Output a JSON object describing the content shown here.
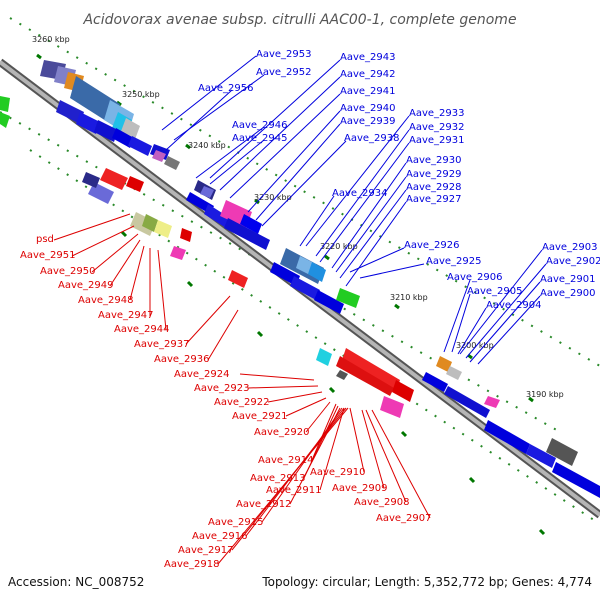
{
  "title": "Acidovorax avenae subsp. citrulli AAC00-1, complete genome",
  "footer": {
    "accession": "Accession: NC_008752",
    "summary": "Topology: circular; Length: 5,352,772 bp; Genes: 4,774"
  },
  "colors": {
    "forward": "#0000dd",
    "reverse": "#dd0000",
    "backbone": "#888888",
    "tick": "#008800"
  },
  "ticks": [
    "3260 kbp",
    "3250 kbp",
    "3240 kbp",
    "3230 kbp",
    "3220 kbp",
    "3210 kbp",
    "3200 kbp",
    "3190 kbp"
  ],
  "forward_labels": [
    "Aave_2953",
    "Aave_2952",
    "Aave_2956",
    "Aave_2946",
    "Aave_2945",
    "Aave_2943",
    "Aave_2942",
    "Aave_2941",
    "Aave_2940",
    "Aave_2939",
    "Aave_2938",
    "Aave_2934",
    "Aave_2933",
    "Aave_2932",
    "Aave_2931",
    "Aave_2930",
    "Aave_2929",
    "Aave_2928",
    "Aave_2927",
    "Aave_2926",
    "Aave_2925",
    "Aave_2906",
    "Aave_2905",
    "Aave_2904",
    "Aave_2903",
    "Aave_2902",
    "Aave_2901",
    "Aave_2900"
  ],
  "reverse_labels": [
    "psd",
    "Aave_2951",
    "Aave_2950",
    "Aave_2949",
    "Aave_2948",
    "Aave_2947",
    "Aave_2944",
    "Aave_2937",
    "Aave_2936",
    "Aave_2924",
    "Aave_2923",
    "Aave_2922",
    "Aave_2921",
    "Aave_2920",
    "Aave_2914",
    "Aave_2913",
    "Aave_2912",
    "Aave_2911",
    "Aave_2910",
    "Aave_2909",
    "Aave_2908",
    "Aave_2907",
    "Aave_2915",
    "Aave_2916",
    "Aave_2917",
    "Aave_2918"
  ]
}
